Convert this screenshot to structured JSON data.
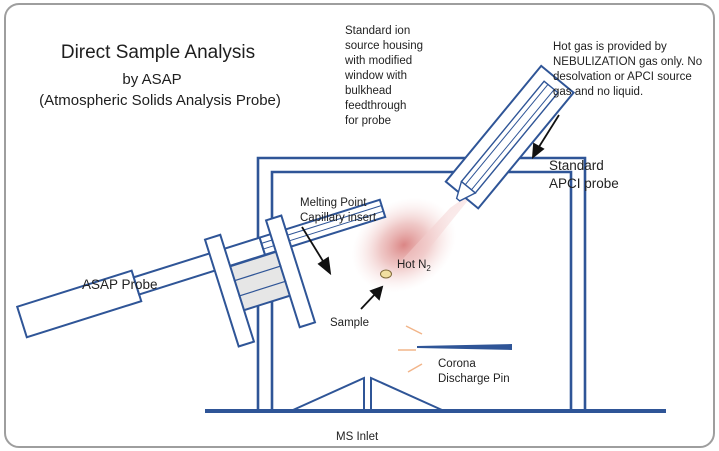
{
  "title": {
    "line1": "Direct Sample Analysis",
    "line2": "by ASAP",
    "line3": "(Atmospheric Solids Analysis Probe)"
  },
  "labels": {
    "housing": "Standard ion\nsource housing\nwith modified\nwindow with\nbulkhead\nfeedthrough\nfor probe",
    "hot_gas": "Hot gas is provided by\nNEBULIZATION gas only. No\ndesolvation or APCI source\ngas and no liquid.",
    "apci_probe": "Standard\nAPCI probe",
    "melting_point": "Melting Point\nCapillary insert",
    "hot_n2_prefix": "Hot N",
    "hot_n2_sub": "2",
    "asap_probe": "ASAP Probe",
    "sample": "Sample",
    "corona": "Corona\nDischarge Pin",
    "ms_inlet": "MS Inlet"
  },
  "colors": {
    "outline": "#2f5597",
    "frame": "#9e9e9e",
    "plume": "#d4706f",
    "block_fill": "#e6e6e6",
    "sample_fill": "#f1dfa0",
    "spark": "#f2b58a"
  }
}
